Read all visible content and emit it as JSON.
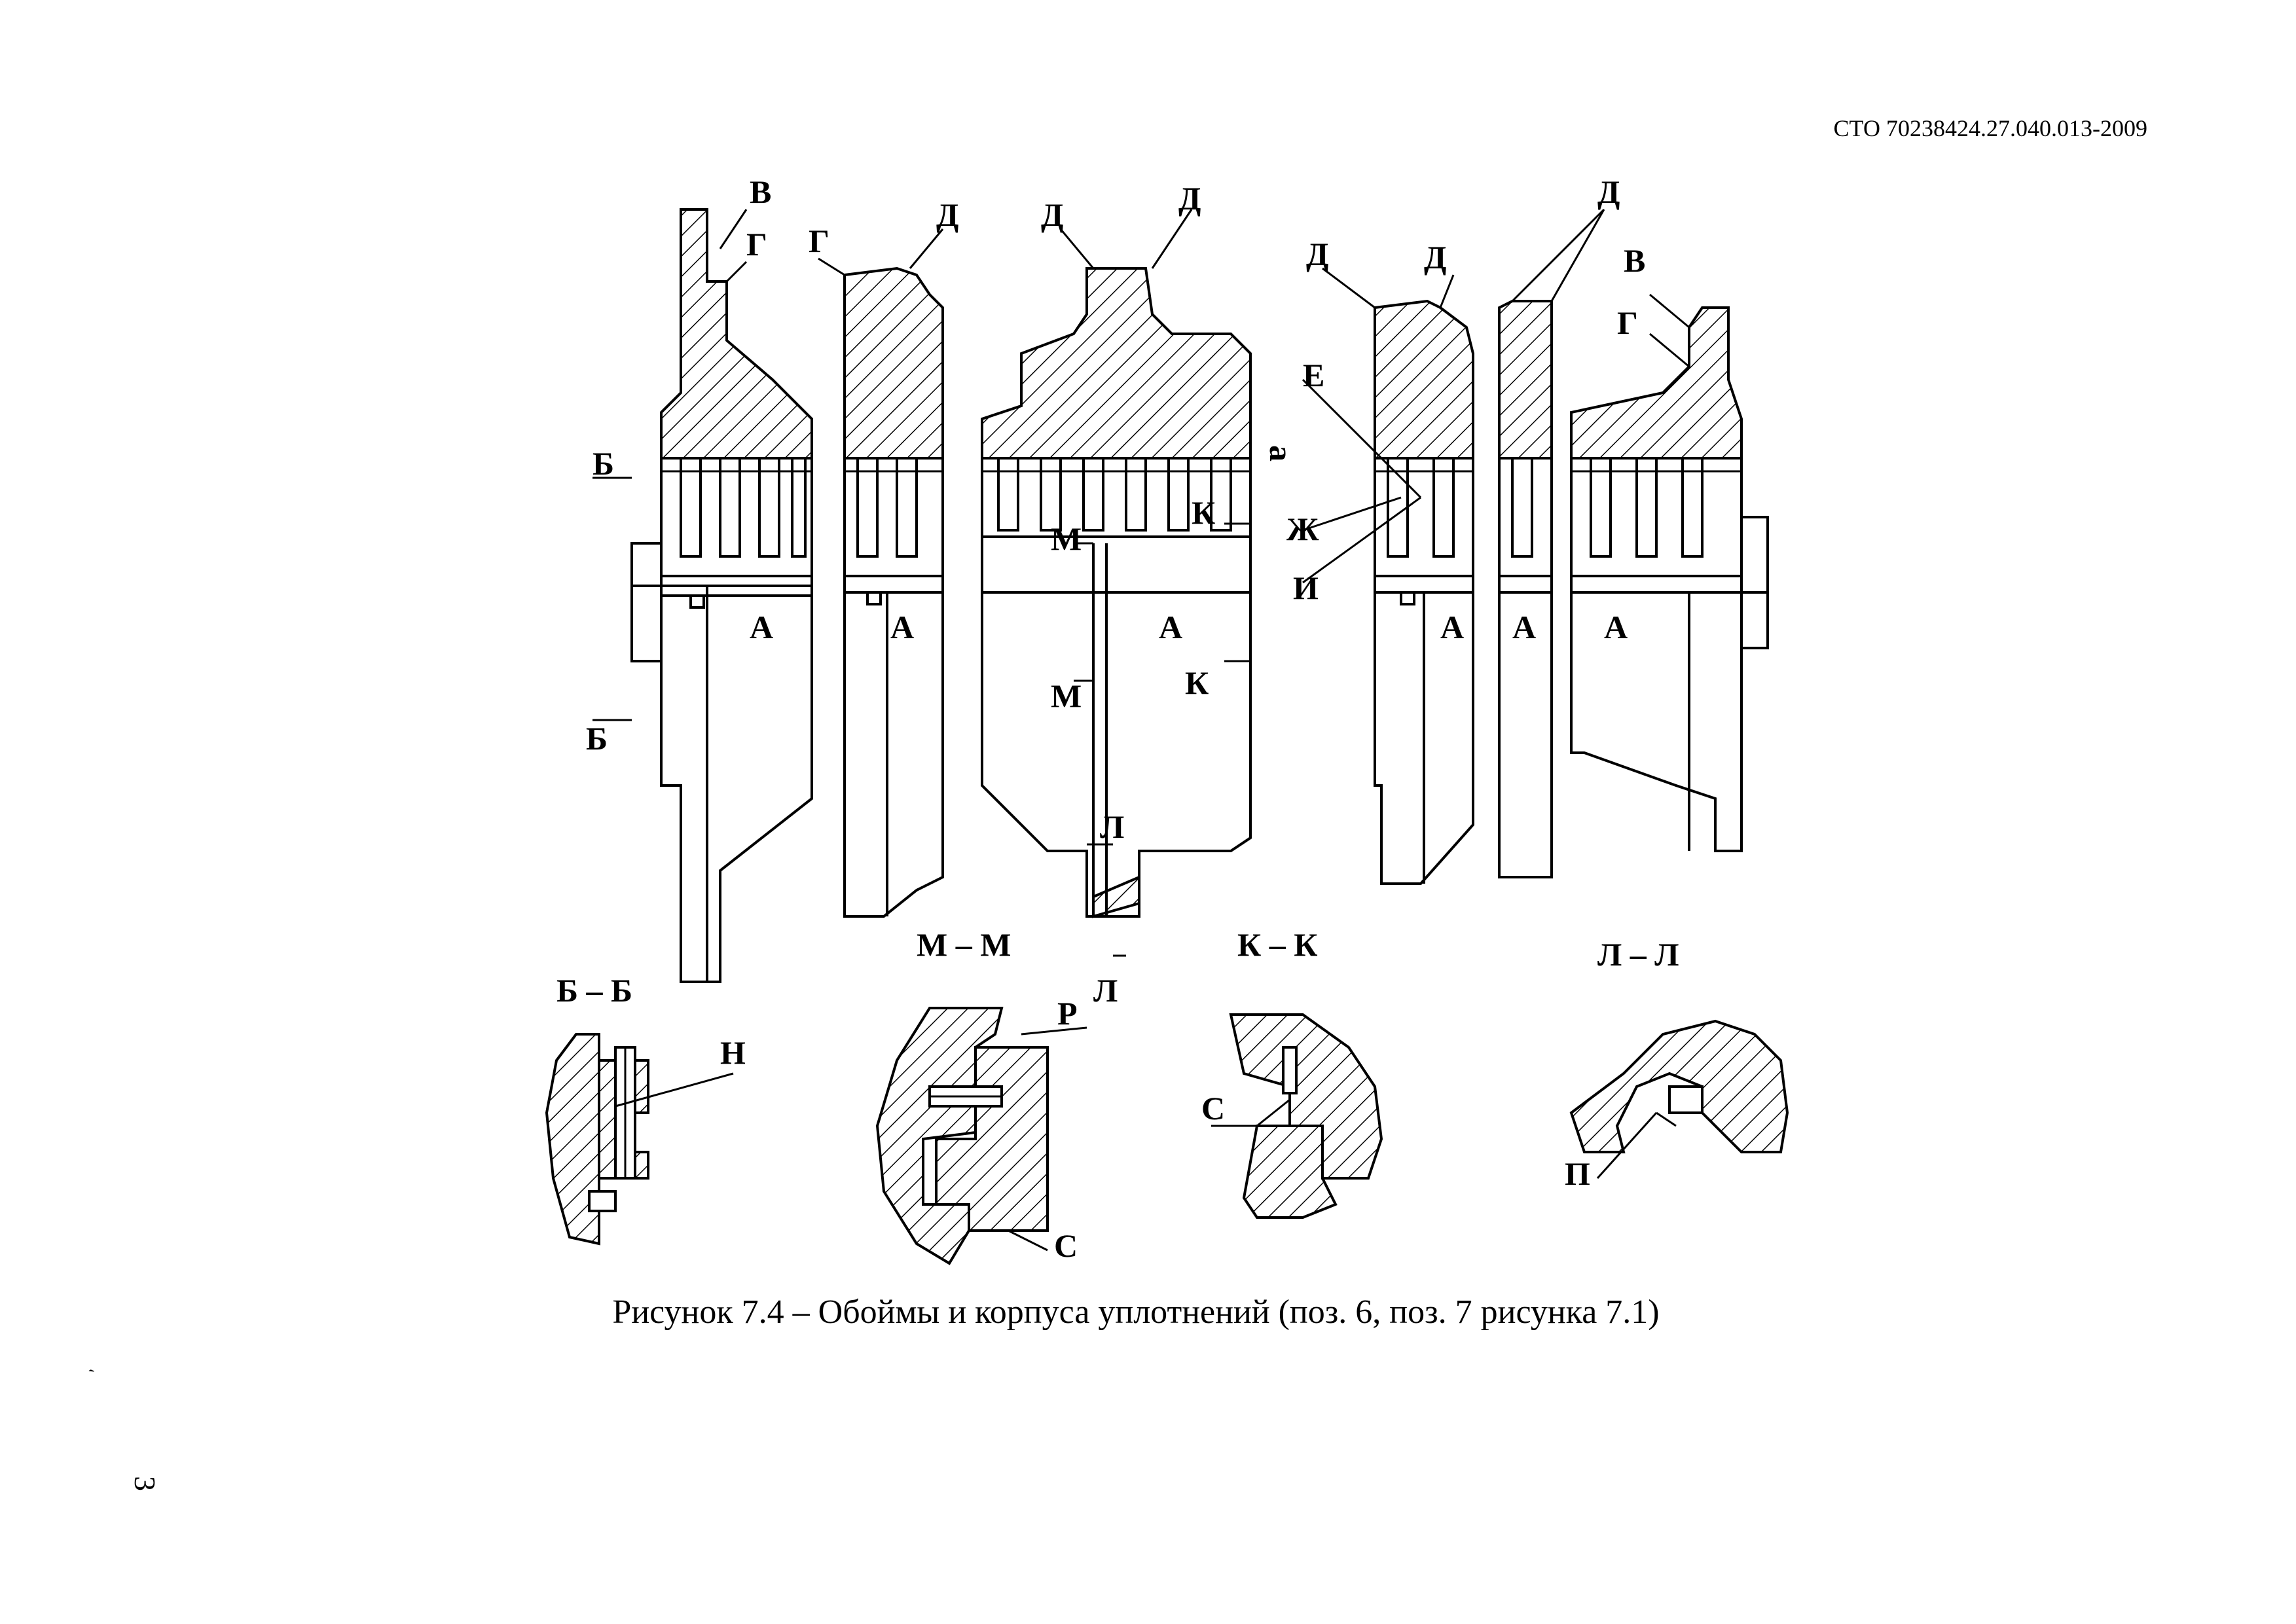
{
  "header": {
    "doc_code": "СТО 70238424.27.040.013-2009"
  },
  "figure": {
    "caption": "Рисунок 7.4 – Обоймы и корпуса уплотнений (поз. 6, поз. 7 рисунка 7.1)",
    "callout_labels": {
      "V": "В",
      "G": "Г",
      "D": "Д",
      "B": "Б",
      "A": "А",
      "M": "М",
      "K": "К",
      "L": "Л",
      "E": "Е",
      "ZH": "Ж",
      "I": "И",
      "a": "a",
      "N": "Н",
      "R": "Р",
      "S": "С",
      "P": "П"
    },
    "section_titles": {
      "BB": "Б – Б",
      "MM": "М – М",
      "KK": "К – К",
      "LL": "Л – Л"
    }
  },
  "footer": {
    "page_number": "3",
    "margin_mark": "`"
  }
}
